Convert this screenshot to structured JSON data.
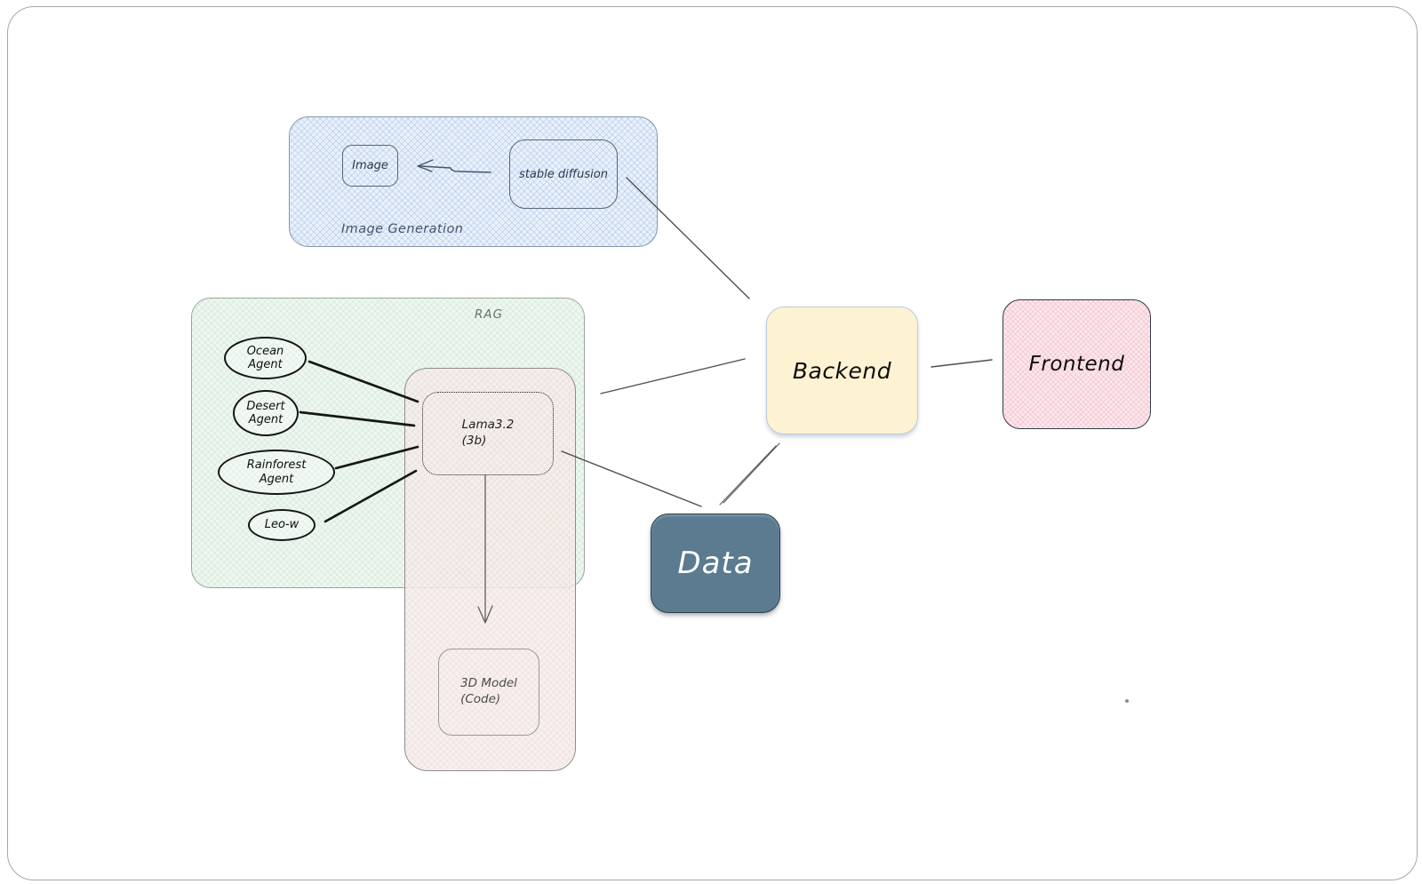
{
  "canvas": {
    "background": "#ffffff",
    "frame_color": "#a8a8a8"
  },
  "groups": {
    "image_generation": {
      "label": "Image Generation",
      "fill": "#e9f1fb",
      "border": "#8397ad",
      "label_color": "#47536e"
    },
    "rag": {
      "label": "RAG",
      "fill": "#eef7f0",
      "border": "#9aa49c",
      "label_color": "#68716b"
    },
    "pipeline": {
      "fill": "#f6eeea",
      "border": "#8d8d8d"
    }
  },
  "nodes": {
    "image": {
      "label": "Image"
    },
    "stable_diffusion": {
      "label": "stable diffusion"
    },
    "ocean_agent": {
      "label": "Ocean\nAgent"
    },
    "desert_agent": {
      "label": "Desert\nAgent"
    },
    "rainforest_agent": {
      "label": "Rainforest\nAgent"
    },
    "leo_w": {
      "label": "Leo-w"
    },
    "lama": {
      "label": "Lama3.2\n(3b)"
    },
    "model_3d": {
      "label": "3D Model\n(Code)"
    },
    "backend": {
      "label": "Backend",
      "fill": "#fdf3d3"
    },
    "frontend": {
      "label": "Frontend",
      "fill": "#fce9ee",
      "border": "#323c46"
    },
    "data": {
      "label": "Data",
      "fill": "#5a7b90",
      "text_color": "#ffffff"
    }
  },
  "connectors": [
    {
      "from": "stable_diffusion",
      "to": "backend",
      "style": "line"
    },
    {
      "from": "rag",
      "to": "backend",
      "style": "line"
    },
    {
      "from": "backend",
      "to": "frontend",
      "style": "line"
    },
    {
      "from": "lama",
      "to": "data",
      "style": "line"
    },
    {
      "from": "backend",
      "to": "data",
      "style": "line"
    },
    {
      "from": "stable_diffusion",
      "to": "image",
      "style": "arrow"
    },
    {
      "from": "lama",
      "to": "model_3d",
      "style": "arrow"
    },
    {
      "from": "ocean_agent",
      "to": "lama",
      "style": "line"
    },
    {
      "from": "desert_agent",
      "to": "lama",
      "style": "line"
    },
    {
      "from": "rainforest_agent",
      "to": "lama",
      "style": "line"
    },
    {
      "from": "leo_w",
      "to": "lama",
      "style": "line"
    }
  ]
}
